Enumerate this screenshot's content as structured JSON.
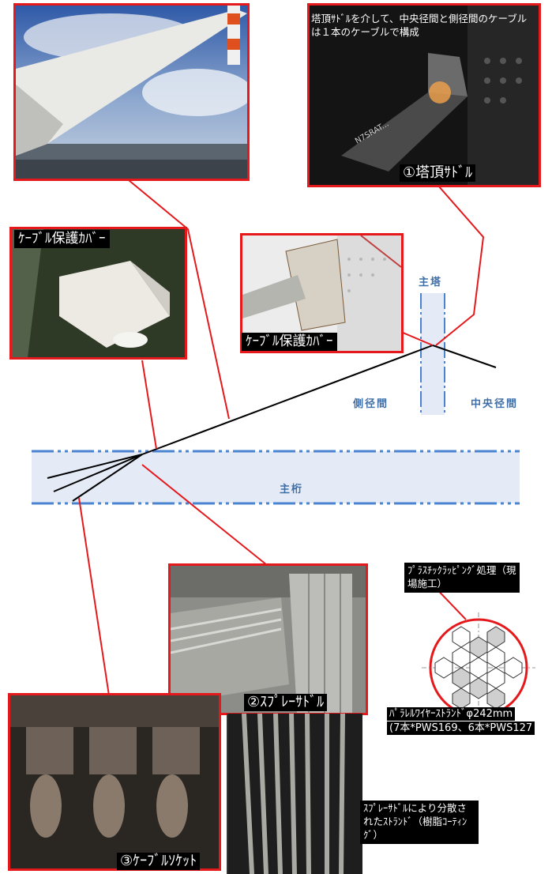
{
  "labels": {
    "tower_saddle_note": "塔頂ｻﾄﾞﾙを介して、中央径間と側径間のケーブルは１本のケーブルで構成",
    "tower_saddle": "①塔頂ｻﾄﾞﾙ",
    "cable_cover_1": "ｹｰﾌﾞﾙ保護ｶﾊﾞｰ",
    "cable_cover_2": "ｹｰﾌﾞﾙ保護ｶﾊﾞｰ",
    "main_tower": "主塔",
    "side_span": "側径間",
    "center_span": "中央径間",
    "main_girder": "主桁",
    "plastic_wrap": "ﾌﾟﾗｽﾁｯｸﾗｯﾋﾟﾝｸﾞ処理（現場施工）",
    "splay_saddle": "②ｽﾌﾟﾚｰｻﾄﾞﾙ",
    "strand_spec_1": "ﾊﾟﾗﾚﾙﾜｲﾔｰｽﾄﾗﾝﾄﾞφ242mm",
    "strand_spec_2": "(7本*PWS169、6本*PWS127",
    "splay_note": "ｽﾌﾟﾚｰｻﾄﾞﾙにより分散されたｽﾄﾗﾝﾄﾞ（樹脂ｺｰﾃｨﾝｸﾞ）",
    "cable_socket": "③ｹｰﾌﾞﾙｿｹｯﾄ"
  },
  "colors": {
    "leader_red": "#e5191c",
    "diagram_blue": "#3f6fa8",
    "girder_fill": "#e4ebf7",
    "caption_bg": "#000000"
  }
}
